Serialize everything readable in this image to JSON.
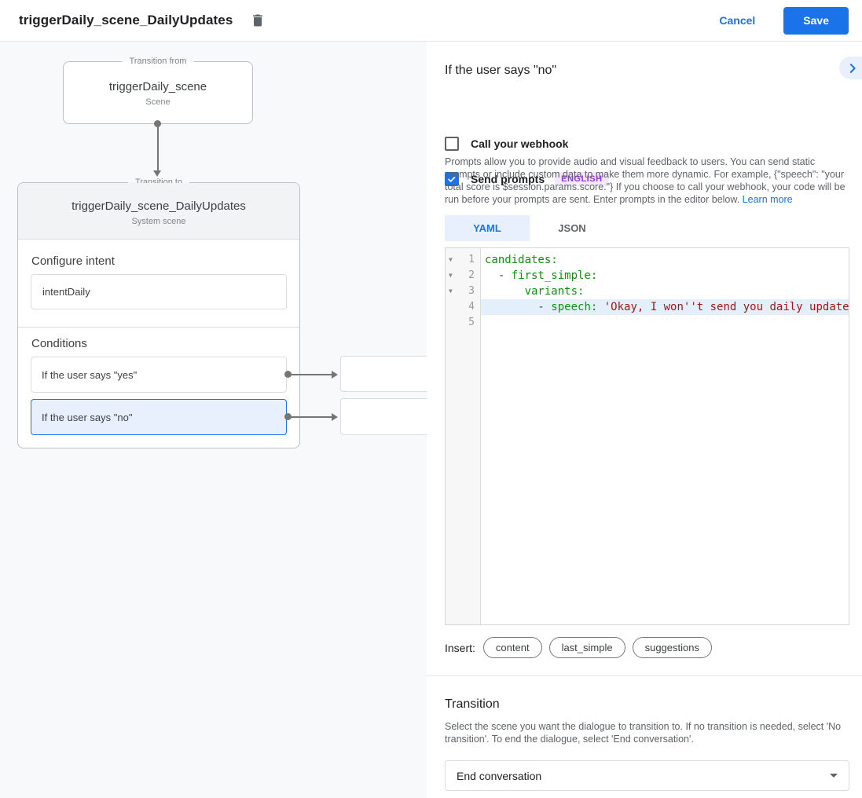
{
  "header": {
    "title": "triggerDaily_scene_DailyUpdates",
    "cancel_label": "Cancel",
    "save_label": "Save"
  },
  "canvas": {
    "transition_from": {
      "legend": "Transition from",
      "title": "triggerDaily_scene",
      "subtitle": "Scene"
    },
    "transition_to": {
      "legend": "Transition to",
      "title": "triggerDaily_scene_DailyUpdates",
      "subtitle": "System scene",
      "configure_intent_label": "Configure intent",
      "intent_value": "intentDaily",
      "conditions_label": "Conditions",
      "conditions": [
        {
          "label": "If the user says \"yes\""
        },
        {
          "label": "If the user says \"no\""
        }
      ]
    }
  },
  "panel": {
    "title": "If the user says \"no\"",
    "webhook_checkbox_label": "Call your webhook",
    "prompts_checkbox_label": "Send prompts",
    "language_badge": "ENGLISH",
    "description": "Prompts allow you to provide audio and visual feedback to users. You can send static prompts or include custom data to make them more dynamic. For example, {\"speech\": \"your total score is $session.params.score.\"} If you choose to call your webhook, your code will be run before your prompts are sent. Enter prompts in the editor below. ",
    "learn_more_label": "Learn more",
    "tabs": {
      "yaml": "YAML",
      "json": "JSON"
    },
    "editor": {
      "lines": [
        {
          "num": "1",
          "tokens": {
            "k": "candidates:"
          }
        },
        {
          "num": "2",
          "tokens": {
            "p": "  - ",
            "k": "first_simple:"
          }
        },
        {
          "num": "3",
          "tokens": {
            "p": "      ",
            "k": "variants:"
          }
        },
        {
          "num": "4",
          "tokens": {
            "p": "        - ",
            "k": "speech:",
            "sp": " ",
            "s": "'Okay, I won''t send you daily update"
          }
        },
        {
          "num": "5",
          "tokens": {}
        }
      ]
    },
    "insert_label": "Insert:",
    "insert_chips": [
      "content",
      "last_simple",
      "suggestions"
    ],
    "transition": {
      "heading": "Transition",
      "description": "Select the scene you want the dialogue to transition to. If no transition is needed, select 'No transition'. To end the dialogue, select 'End conversation'.",
      "dropdown_value": "End conversation"
    }
  },
  "colors": {
    "accent_blue": "#1a73e8",
    "selected_condition_bg": "#e8f0fe",
    "badge_bg": "#f3e8fd",
    "badge_text": "#9334e6",
    "code_key": "#099309",
    "code_string": "#a81414"
  }
}
